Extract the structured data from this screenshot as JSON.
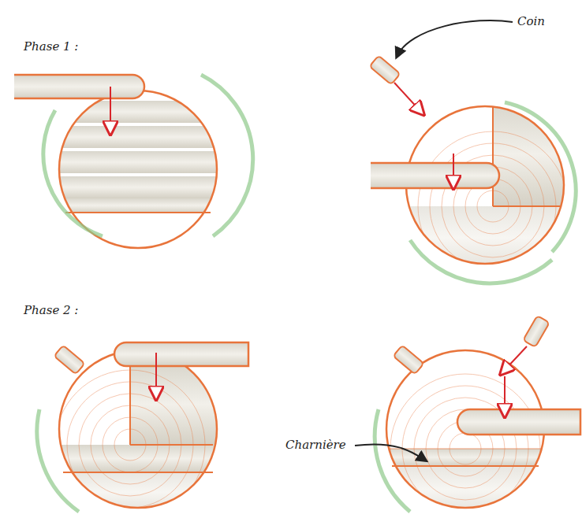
{
  "diagram": {
    "labels": [
      "Phase 1 :",
      "Coin",
      "Phase 2 :",
      "Charnière"
    ]
  }
}
